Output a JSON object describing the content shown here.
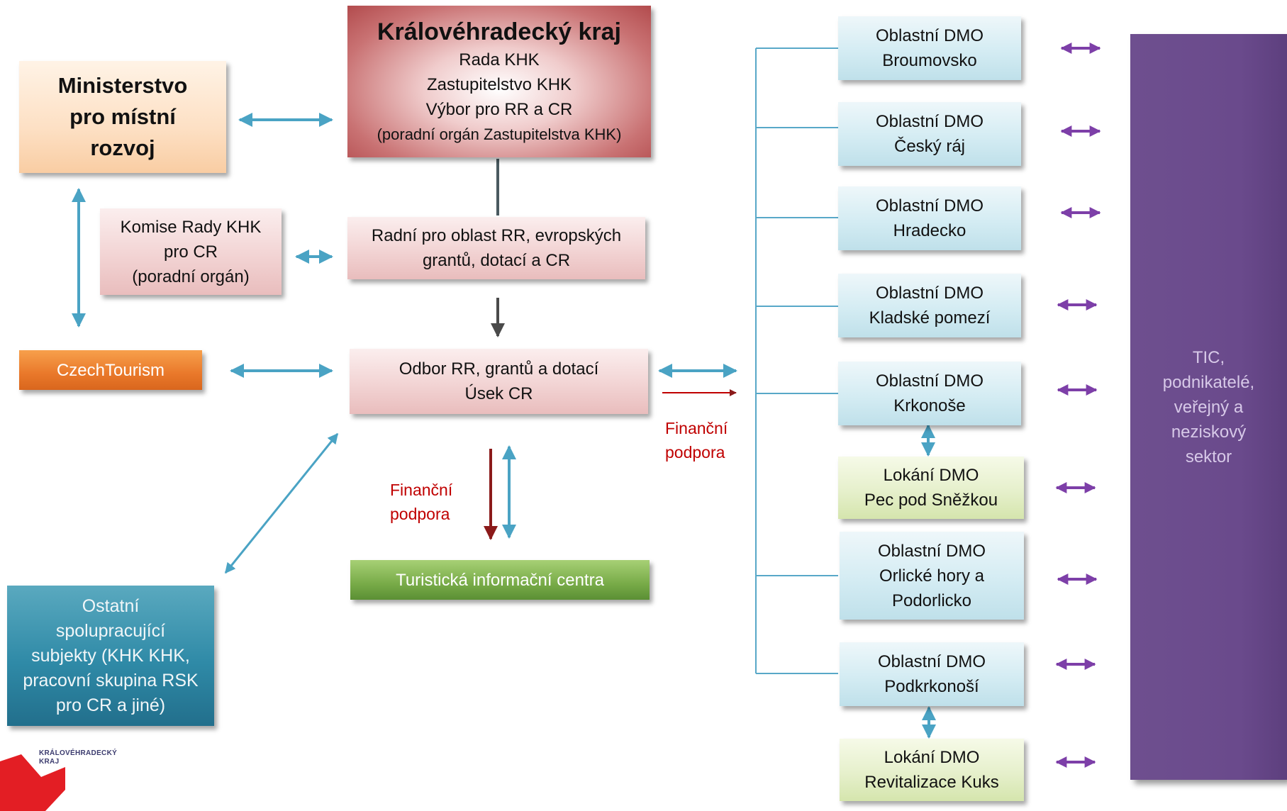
{
  "kraj": {
    "title": "Královéhradecký kraj",
    "lines": [
      "Rada KHK",
      "Zastupitelstvo KHK",
      "Výbor pro RR a CR",
      "(poradní orgán Zastupitelstva KHK)"
    ]
  },
  "ministerstvo": {
    "lines": [
      "Ministerstvo",
      "pro místní",
      "rozvoj"
    ]
  },
  "komise": {
    "lines": [
      "Komise Rady KHK",
      "pro CR",
      "(poradní orgán)"
    ]
  },
  "radni": {
    "lines": [
      "Radní pro oblast RR, evropských",
      "grantů, dotací a CR"
    ]
  },
  "czechtourism": {
    "label": "CzechTourism"
  },
  "odbor": {
    "lines": [
      "Odbor RR, grantů a dotací",
      "Úsek CR"
    ]
  },
  "financni_podpora_1": {
    "lines": [
      "Finanční",
      "podpora"
    ]
  },
  "financni_podpora_2": {
    "lines": [
      "Finanční",
      "podpora"
    ]
  },
  "tic_centra": {
    "label": "Turistická informační centra"
  },
  "ostatni": {
    "lines": [
      "Ostatní",
      "spolupracující",
      "subjekty (KHK KHK,",
      "pracovní skupina RSK",
      "pro CR a jiné)"
    ]
  },
  "dmo": [
    {
      "lines": [
        "Oblastní DMO",
        "Broumovsko"
      ]
    },
    {
      "lines": [
        "Oblastní DMO",
        "Český ráj"
      ]
    },
    {
      "lines": [
        "Oblastní DMO",
        "Hradecko"
      ]
    },
    {
      "lines": [
        "Oblastní DMO",
        "Kladské pomezí"
      ]
    },
    {
      "lines": [
        "Oblastní DMO",
        "Krkonoše"
      ]
    },
    {
      "lines": [
        "Lokání DMO",
        "Pec pod Sněžkou"
      ]
    },
    {
      "lines": [
        "Oblastní DMO",
        "Orlické hory a",
        "Podorlicko"
      ]
    },
    {
      "lines": [
        "Oblastní DMO",
        "Podkrkonoší"
      ]
    },
    {
      "lines": [
        "Lokání DMO",
        "Revitalizace Kuks"
      ]
    }
  ],
  "tic_sektor": {
    "lines": [
      "TIC,",
      "podnikatelé,",
      "veřejný a",
      "neziskový",
      "sektor"
    ]
  },
  "logo": {
    "text_line1": "KRÁLOVÉHRADECKÝ",
    "text_line2": "KRAJ"
  },
  "colors": {
    "connector_blue": "#4aa3c4",
    "connector_purple": "#7d3fa8",
    "finance_red": "#c00000",
    "tree_line": "#58a8c8",
    "logo_red": "#e31e24"
  }
}
